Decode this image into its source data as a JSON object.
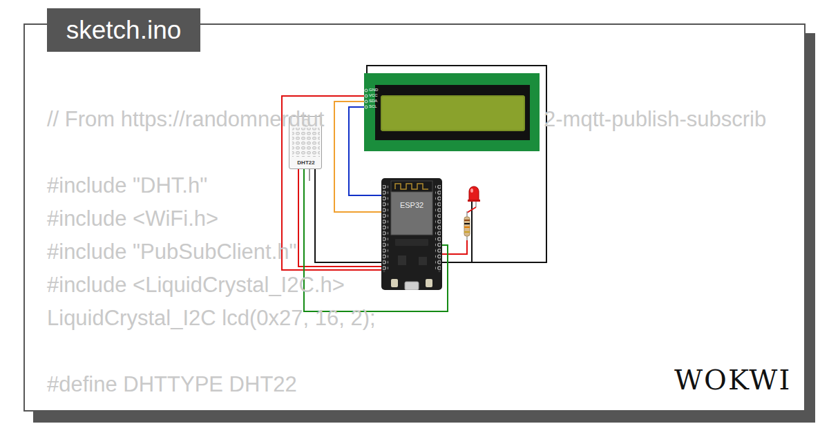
{
  "diagram": {
    "nodes": [
      {
        "text": [
          "GND",
          "VCC",
          "SDA",
          "SCL"
        ]
      },
      {
        "text": [
          "DHT22"
        ]
      },
      {
        "text": [
          "ESP32"
        ]
      }
    ],
    "edges": [
      {
        "from": 0,
        "to": 2,
        "arrow": "none"
      },
      {
        "from": 0,
        "to": 2,
        "arrow": "none"
      },
      {
        "from": 0,
        "to": 2,
        "arrow": "none"
      },
      {
        "from": 0,
        "to": 2,
        "arrow": "none"
      },
      {
        "from": 1,
        "to": 2,
        "arrow": "none"
      },
      {
        "from": 1,
        "to": 2,
        "arrow": "none"
      },
      {
        "from": 1,
        "to": 2,
        "arrow": "none"
      }
    ],
    "labels": [
      "sketch.ino",
      "// From https://randomnerdtut",
      "2-mqtt-publish-subscrib",
      "#include \"DHT.h\"",
      "#include <WiFi.h>",
      "#include \"PubSubClient.h\"",
      "#include <LiquidCrystal_I2C.h>",
      "LiquidCrystal_I2C lcd(0x27, 16, 2);",
      "#define DHTTYPE DHT22",
      "WOKWI"
    ]
  }
}
